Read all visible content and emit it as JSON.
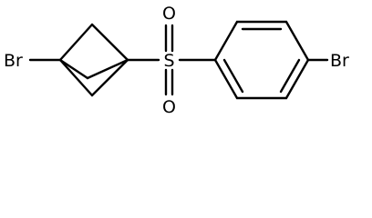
{
  "molecule": {
    "atoms": {
      "br_left": "Br",
      "sulfur": "S",
      "oxygen_top": "O",
      "oxygen_bottom": "O",
      "br_right": "Br"
    },
    "colors": {
      "bond": "#000000",
      "label": "#000000",
      "background": "#ffffff"
    }
  }
}
